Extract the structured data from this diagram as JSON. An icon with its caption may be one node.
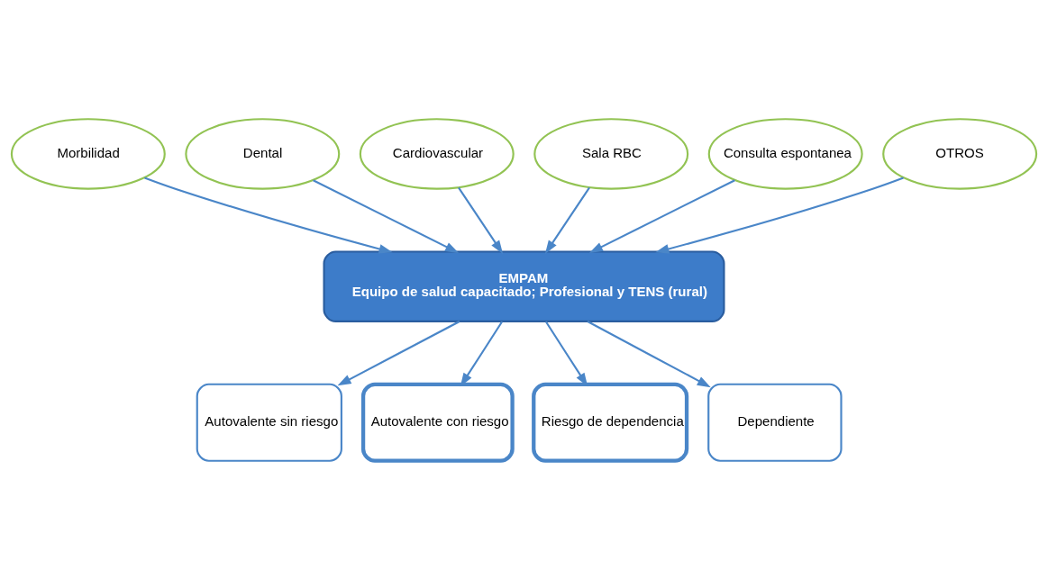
{
  "diagram": {
    "nodes": [
      {
        "text": [
          "Morbilidad"
        ]
      },
      {
        "text": [
          "Dental"
        ]
      },
      {
        "text": [
          "Cardiovascular"
        ]
      },
      {
        "text": [
          "Sala RBC"
        ]
      },
      {
        "text": [
          "Consulta espontanea"
        ]
      },
      {
        "text": [
          "OTROS"
        ]
      },
      {
        "text": [
          "EMPAM",
          "Equipo de salud capacitado; Profesional y TENS (rural)"
        ]
      },
      {
        "text": [
          "Autovalente sin riesgo"
        ]
      },
      {
        "text": [
          "Autovalente con riesgo"
        ]
      },
      {
        "text": [
          "Riesgo de dependencia"
        ]
      },
      {
        "text": [
          "Dependiente"
        ]
      }
    ],
    "edges": [
      {
        "from": 4,
        "to": 6,
        "arrow": "to"
      },
      {
        "from": 0,
        "to": 6,
        "arrow": "to"
      },
      {
        "from": 1,
        "to": 6,
        "arrow": "to"
      },
      {
        "from": 2,
        "to": 6,
        "arrow": "to"
      },
      {
        "from": 3,
        "to": 6,
        "arrow": "to"
      },
      {
        "from": 5,
        "to": 6,
        "arrow": "to"
      },
      {
        "from": 6,
        "to": 7,
        "arrow": "to"
      },
      {
        "from": 6,
        "to": 8,
        "arrow": "to"
      },
      {
        "from": 6,
        "to": 9,
        "arrow": "to"
      },
      {
        "from": 6,
        "to": 10,
        "arrow": "to"
      }
    ]
  }
}
